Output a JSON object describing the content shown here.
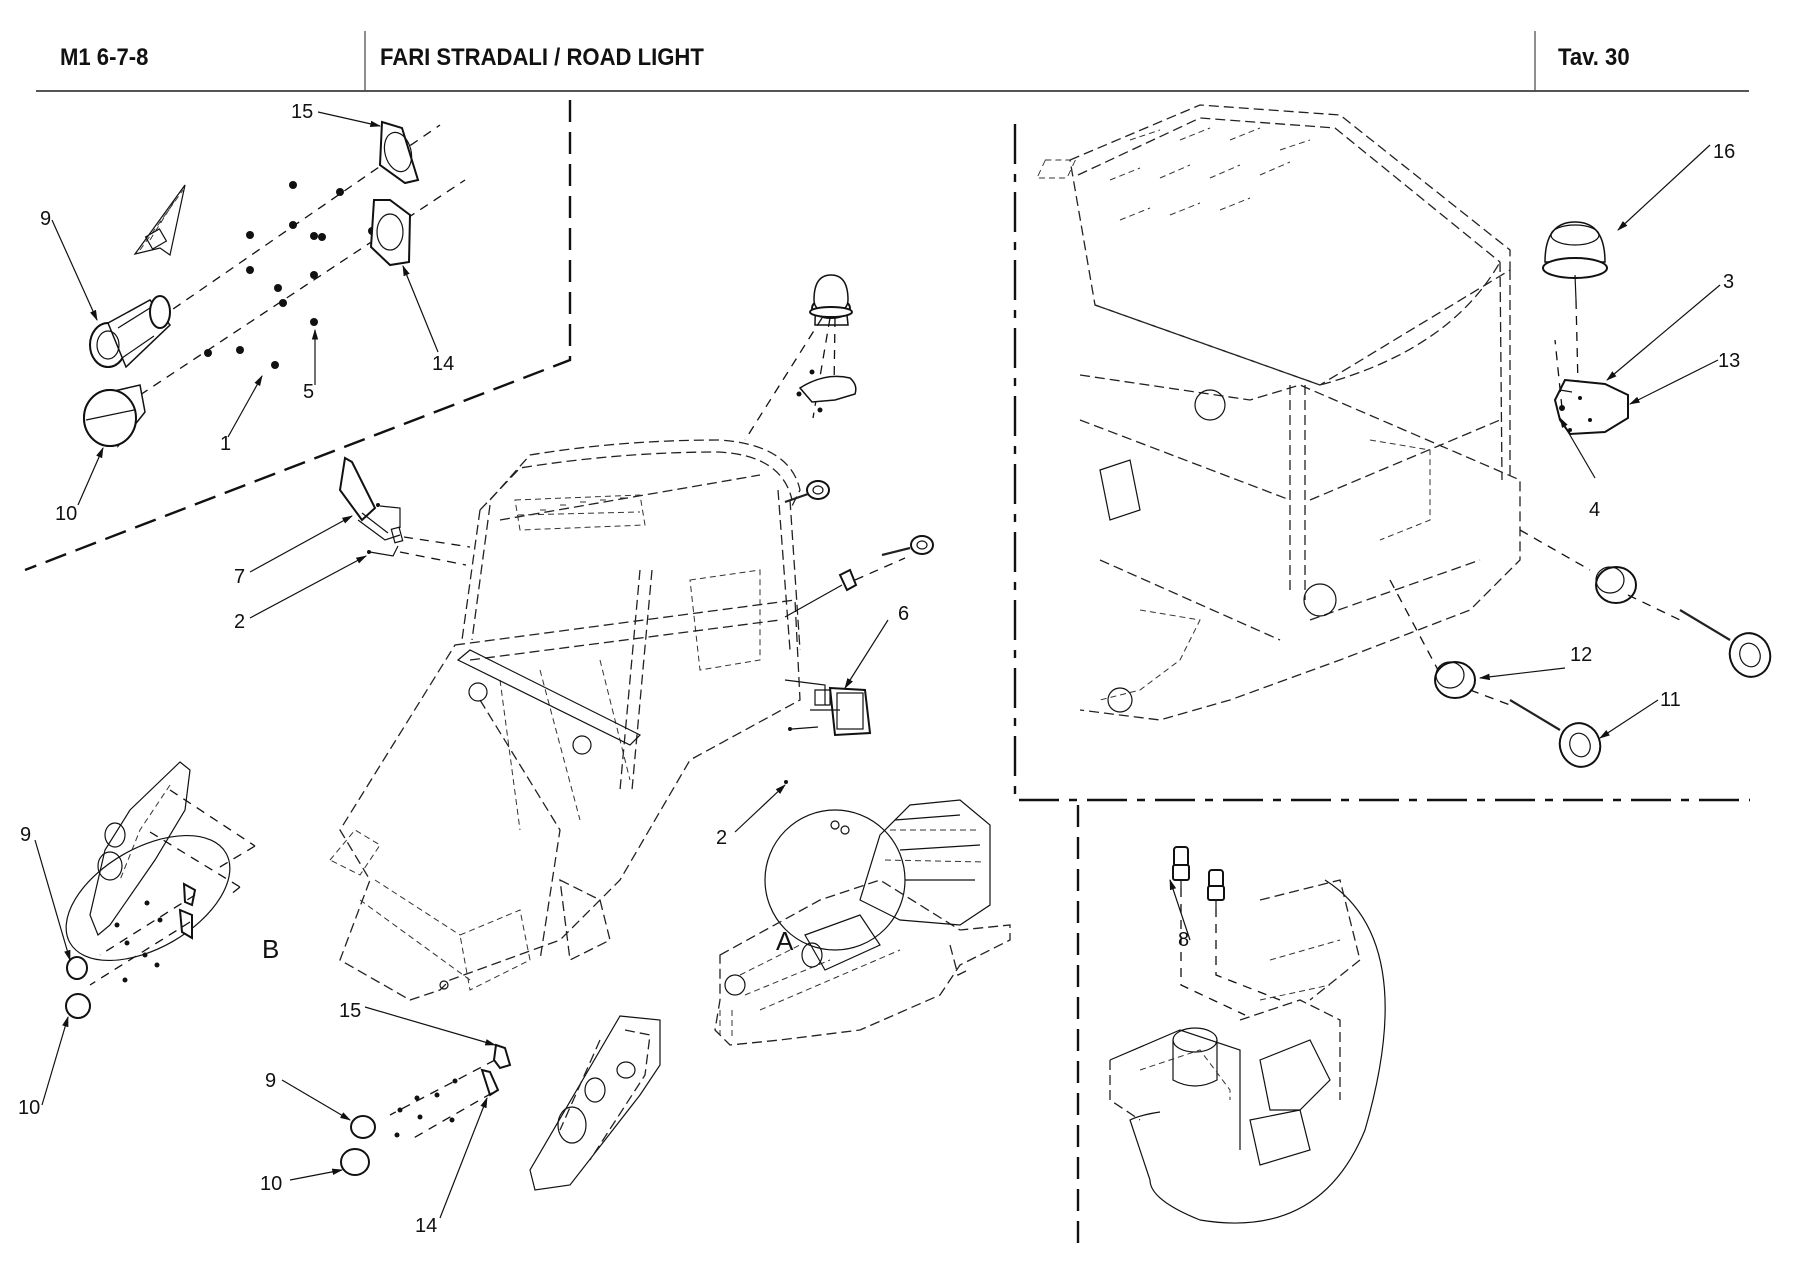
{
  "header": {
    "model_code": "M1 6-7-8",
    "title": "FARI STRADALI / ROAD LIGHT",
    "table_number": "Tav.  30"
  },
  "views": {
    "view_b_label": "B",
    "view_a_label": "A"
  },
  "callouts": [
    {
      "id": "c15-top",
      "label": "15",
      "part": "gasket-round"
    },
    {
      "id": "c9-top",
      "label": "9",
      "part": "headlight-front"
    },
    {
      "id": "c14-top",
      "label": "14",
      "part": "gasket-square"
    },
    {
      "id": "c5-top",
      "label": "5",
      "part": "nut"
    },
    {
      "id": "c1-top",
      "label": "1",
      "part": "screw"
    },
    {
      "id": "c10-top",
      "label": "10",
      "part": "headlight-lens"
    },
    {
      "id": "c7",
      "label": "7",
      "part": "mirror-left"
    },
    {
      "id": "c2-left",
      "label": "2",
      "part": "screw"
    },
    {
      "id": "c6",
      "label": "6",
      "part": "mirror-right"
    },
    {
      "id": "c2-center",
      "label": "2",
      "part": "screw"
    },
    {
      "id": "c16",
      "label": "16",
      "part": "beacon-light"
    },
    {
      "id": "c3",
      "label": "3",
      "part": "screw"
    },
    {
      "id": "c13",
      "label": "13",
      "part": "beacon-bracket"
    },
    {
      "id": "c4",
      "label": "4",
      "part": "washer"
    },
    {
      "id": "c12",
      "label": "12",
      "part": "rear-light-housing"
    },
    {
      "id": "c11",
      "label": "11",
      "part": "rear-light-ring"
    },
    {
      "id": "c9-b",
      "label": "9",
      "part": "headlight-front"
    },
    {
      "id": "c10-b",
      "label": "10",
      "part": "headlight-lens"
    },
    {
      "id": "c15-bottom",
      "label": "15",
      "part": "gasket-round"
    },
    {
      "id": "c9-bottom",
      "label": "9",
      "part": "headlight-front"
    },
    {
      "id": "c10-bottom",
      "label": "10",
      "part": "headlight-lens"
    },
    {
      "id": "c14-bottom",
      "label": "14",
      "part": "gasket-square"
    },
    {
      "id": "c8",
      "label": "8",
      "part": "pressure-switch"
    }
  ]
}
